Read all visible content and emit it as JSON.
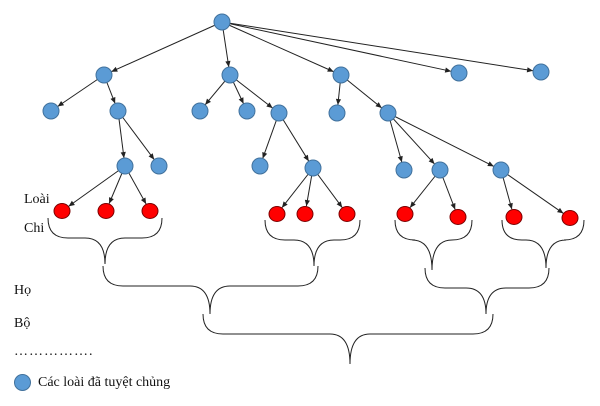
{
  "labels": {
    "species": "Loài",
    "genus": "Chi",
    "family": "Họ",
    "order": "Bộ",
    "ellipsis": "……………."
  },
  "legend": {
    "extinct_label": "Các loài đã tuyệt chủng",
    "extinct_color": "#5b9bd5"
  },
  "colors": {
    "extinct_node": "#5b9bd5",
    "extinct_node_stroke": "#41719c",
    "living_species": "#ff0000",
    "living_species_stroke": "#7a0000",
    "line": "#222222"
  }
}
